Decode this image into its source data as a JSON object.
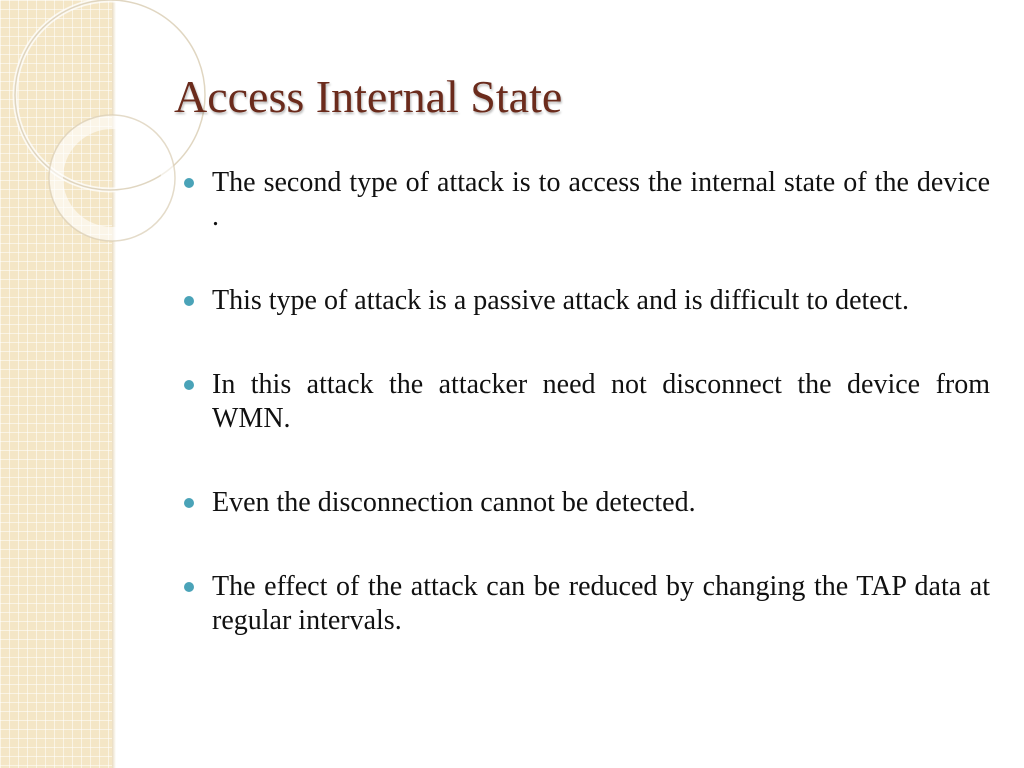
{
  "slide": {
    "title": "Access Internal State",
    "bullets": [
      "The second type of  attack is to access the internal state of the device .",
      "This type of attack is a passive attack and is difficult to detect.",
      "In this attack the attacker need not disconnect the device from WMN.",
      "Even the disconnection cannot be detected.",
      "The effect of the attack can be reduced by changing the TAP data at regular intervals."
    ]
  },
  "theme": {
    "title_color": "#6b2b1c",
    "bullet_color": "#4aa3b8",
    "sidebar_color": "#f4e6c6",
    "text_color": "#111111"
  }
}
